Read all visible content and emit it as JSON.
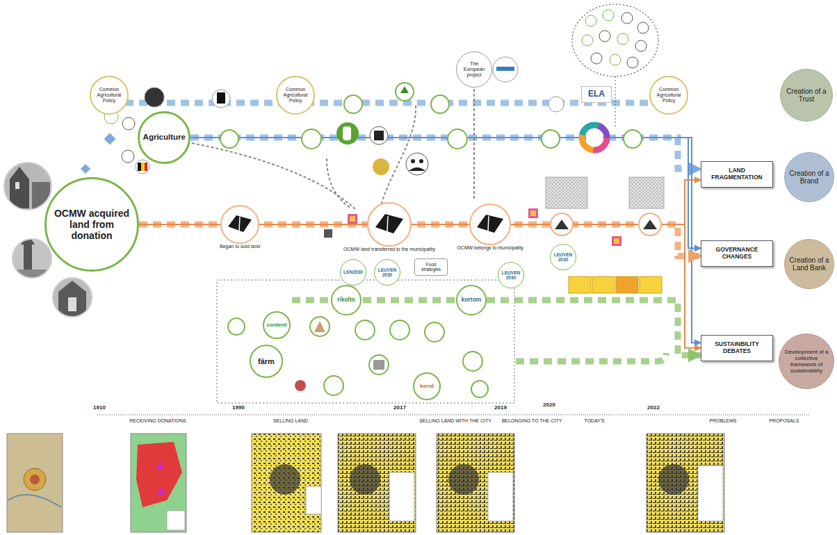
{
  "diagram": {
    "nodes": [
      {
        "text": [
          "Common Agricultural Policy"
        ]
      },
      {
        "text": [
          "Common Agricultural Policy"
        ]
      },
      {
        "text": [
          "The European project"
        ]
      },
      {
        "text": [
          "ELA"
        ]
      },
      {
        "text": [
          "Common Agricultural Policy"
        ]
      },
      {
        "text": [
          "Agriculture"
        ]
      },
      {
        "text": [
          "OCMW acquired land from donation"
        ]
      },
      {
        "text": [
          "Began to sold land"
        ]
      },
      {
        "text": [
          "OCMW land transferred to the municipality"
        ]
      },
      {
        "text": [
          "OCMW belongs to municipality"
        ]
      },
      {
        "text": [
          "LKN2030"
        ]
      },
      {
        "text": [
          "LEUVEN 2030"
        ]
      },
      {
        "text": [
          "Food strategies"
        ]
      },
      {
        "text": [
          "LEUVEN 2030"
        ]
      },
      {
        "text": [
          "LEUVEN 2030"
        ]
      },
      {
        "text": [
          "rikolto"
        ]
      },
      {
        "text": [
          "kortom"
        ]
      },
      {
        "text": [
          "content"
        ]
      },
      {
        "text": [
          "färm"
        ]
      },
      {
        "text": [
          "korot"
        ]
      },
      {
        "text": [
          "LAND FRAGMENTATION"
        ]
      },
      {
        "text": [
          "GOVERNANCE CHANGES"
        ]
      },
      {
        "text": [
          "SUSTAINBILITY DEBATES"
        ]
      },
      {
        "text": [
          "Creation of a Trust"
        ]
      },
      {
        "text": [
          "Creation of a Brand"
        ]
      },
      {
        "text": [
          "Creation of a Land Bank"
        ]
      },
      {
        "text": [
          "Development of a collective framework of sustainability"
        ]
      }
    ],
    "edges": [
      {
        "from": 5,
        "to": 20,
        "arrow": "to"
      },
      {
        "from": 5,
        "to": 21,
        "arrow": "to"
      },
      {
        "from": 5,
        "to": 22,
        "arrow": "to"
      },
      {
        "from": 6,
        "to": 21,
        "arrow": "to"
      },
      {
        "from": 6,
        "to": 20,
        "arrow": "to"
      },
      {
        "from": 6,
        "to": 22,
        "arrow": "to"
      },
      {
        "from": 16,
        "to": 22,
        "arrow": "to"
      }
    ],
    "labels": [
      "1910",
      "1990",
      "2017",
      "2019",
      "2020",
      "2022",
      "RECEIVING DONATIONS",
      "SELLING LAND",
      "SELLING LAND WITH THE CITY",
      "BELONGING TO THE CITY",
      "TODAY'S",
      "PROBLEMS",
      "PROPOSALS"
    ]
  }
}
